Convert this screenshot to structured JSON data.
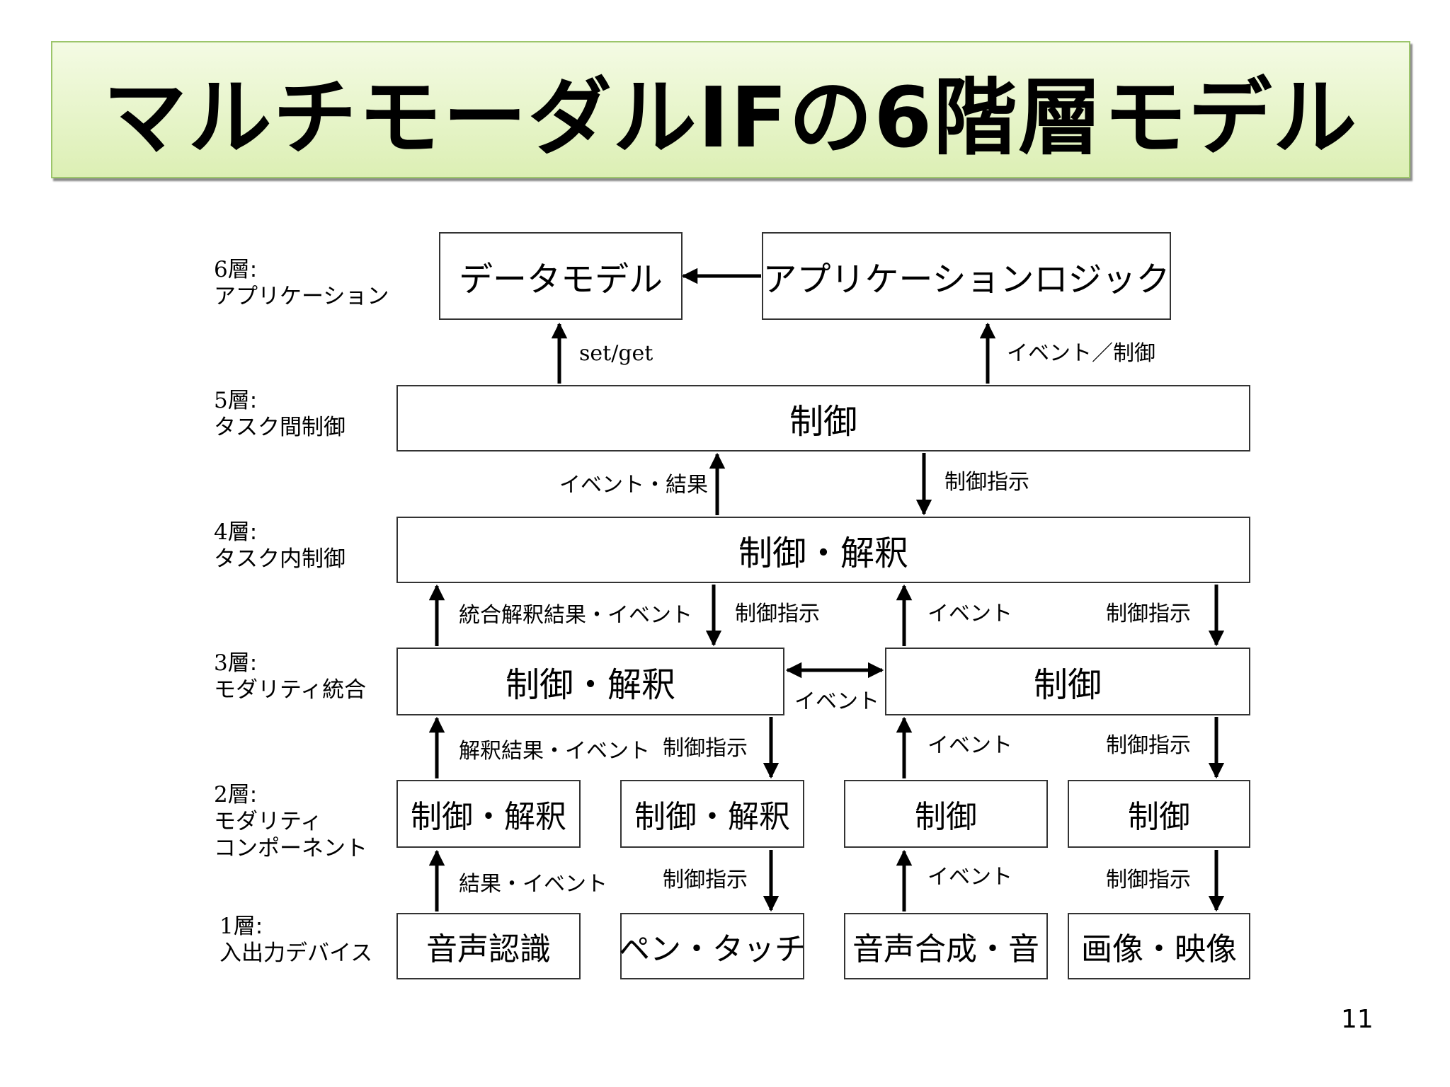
{
  "title": "マルチモーダルIFの6階層モデル",
  "page_number": "11",
  "layers": [
    {
      "num": "6層",
      "sep": ":",
      "lines": [
        "アプリケーション"
      ]
    },
    {
      "num": "5層",
      "sep": ":",
      "lines": [
        "タスク間制御"
      ]
    },
    {
      "num": "4層",
      "sep": ":",
      "lines": [
        "タスク内制御"
      ]
    },
    {
      "num": "3層",
      "sep": ":",
      "lines": [
        "モダリティ統合"
      ]
    },
    {
      "num": "2層",
      "sep": ":",
      "lines": [
        "モダリティ",
        "コンポーネント"
      ]
    },
    {
      "num": "1層",
      "sep": ":",
      "lines": [
        "入出力デバイス"
      ]
    }
  ],
  "boxes": {
    "l6_data_model": "データモデル",
    "l6_app_logic": "アプリケーションロジック",
    "l5_control": "制御",
    "l4_control_interp": "制御・解釈",
    "l3_left": "制御・解釈",
    "l3_right": "制御",
    "l2_a": "制御・解釈",
    "l2_b": "制御・解釈",
    "l2_c": "制御",
    "l2_d": "制御",
    "l1_a": "音声認識",
    "l1_b": "ペン・タッチ",
    "l1_c": "音声合成・音",
    "l1_d": "画像・映像"
  },
  "labels": {
    "set_get": "set/get",
    "event_control": "イベント／制御",
    "event_result": "イベント・結果",
    "control_instr_5_4": "制御指示",
    "integrated_result_event": "統合解釈結果・イベント",
    "control_instr_4_3l": "制御指示",
    "event_3r_4": "イベント",
    "control_instr_4_3r": "制御指示",
    "event_3_3": "イベント",
    "interp_result_event": "解釈結果・イベント",
    "control_instr_3l_2b": "制御指示",
    "event_2c_3r": "イベント",
    "control_instr_3r_2d": "制御指示",
    "result_event": "結果・イベント",
    "control_instr_2b_1b": "制御指示",
    "event_1c_2c": "イベント",
    "control_instr_2d_1d": "制御指示"
  }
}
